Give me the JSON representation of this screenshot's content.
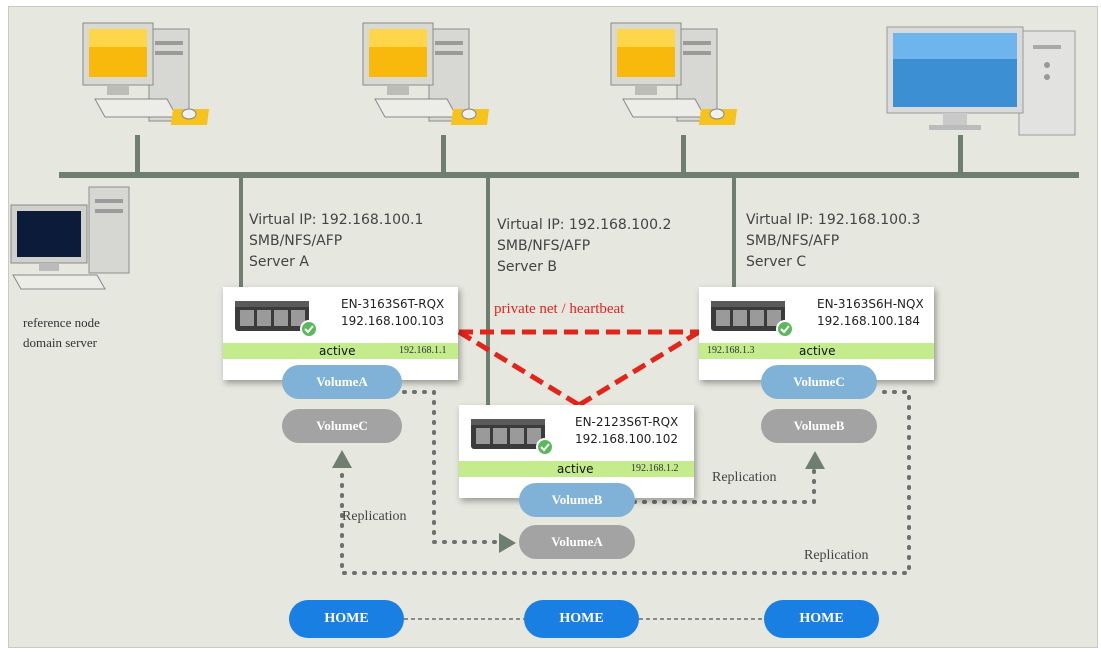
{
  "servers": [
    {
      "vip": "Virtual IP: 192.168.100.1",
      "proto": "SMB/NFS/AFP",
      "name": "Server A"
    },
    {
      "vip": "Virtual IP: 192.168.100.2",
      "proto": "SMB/NFS/AFP",
      "name": "Server B"
    },
    {
      "vip": "Virtual IP: 192.168.100.3",
      "proto": "SMB/NFS/AFP",
      "name": "Server C"
    }
  ],
  "nodes": [
    {
      "model": "EN-3163S6T-RQX",
      "ip": "192.168.100.103",
      "status": "active",
      "private_ip": "192.168.1.1"
    },
    {
      "model": "EN-2123S6T-RQX",
      "ip": "192.168.100.102",
      "status": "active",
      "private_ip": "192.168.1.2"
    },
    {
      "model": "EN-3163S6H-NQX",
      "ip": "192.168.100.184",
      "status": "active",
      "private_ip": "192.168.1.3"
    }
  ],
  "volumes": {
    "a_primary": "VolumeA",
    "a_replica": "VolumeC",
    "b_primary": "VolumeB",
    "b_replica": "VolumeA",
    "c_primary": "VolumeC",
    "c_replica": "VolumeB"
  },
  "heartbeat_label": "private net / heartbeat",
  "replication_labels": [
    "Replication",
    "Replication",
    "Replication"
  ],
  "reference_node": {
    "line1": "reference node",
    "line2": "domain server"
  },
  "home_labels": [
    "HOME",
    "HOME",
    "HOME"
  ],
  "colors": {
    "background": "#e6e7df",
    "network_line": "#6f7f6f",
    "heartbeat": "#e2241b",
    "active_bar": "#c4ec8c",
    "volume_primary": "#7fb2d6",
    "volume_replica": "#a3a3a3",
    "home": "#1a7fe2"
  }
}
